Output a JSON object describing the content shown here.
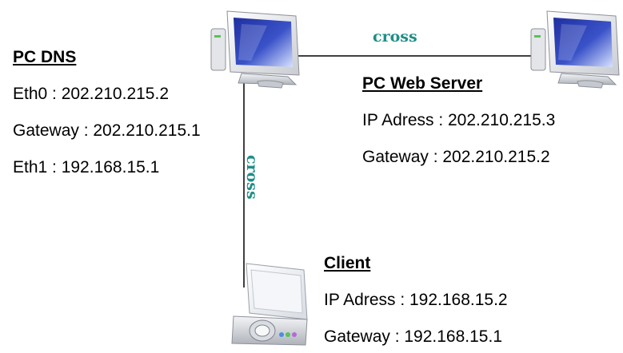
{
  "links": {
    "dns_to_web": "cross",
    "dns_to_client": "cross"
  },
  "pc_dns": {
    "title": "PC DNS",
    "eth0": "Eth0 : 202.210.215.2",
    "gateway": "Gateway : 202.210.215.1",
    "eth1": "Eth1 : 192.168.15.1",
    "icon": "desktop-computer-icon"
  },
  "pc_web": {
    "title": "PC Web Server",
    "ip": "IP Adress : 202.210.215.3",
    "gateway": "Gateway : 202.210.215.2",
    "icon": "desktop-computer-icon"
  },
  "client": {
    "title": "Client",
    "ip": "IP Adress : 192.168.15.2",
    "gateway": "Gateway : 192.168.15.1",
    "icon": "laptop-computer-icon"
  },
  "colors": {
    "link_label": "#1e8f87",
    "screen_blue": "#2436a8",
    "line": "#000000"
  }
}
